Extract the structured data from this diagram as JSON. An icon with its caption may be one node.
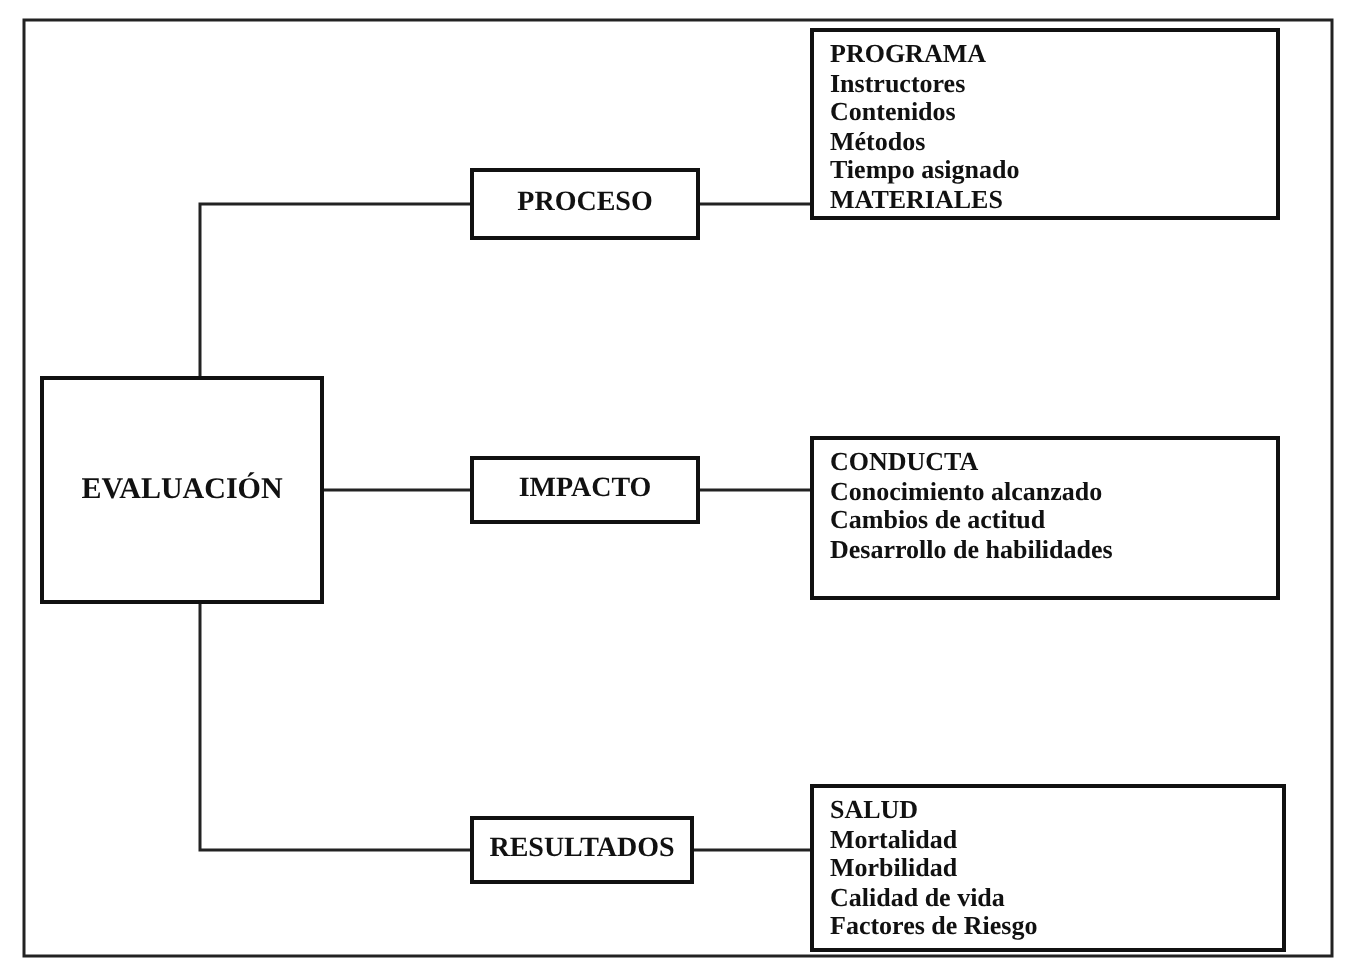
{
  "diagram": {
    "nodes": [
      {
        "text": [
          "EVALUACIÓN"
        ]
      },
      {
        "text": [
          "PROCESO"
        ]
      },
      {
        "text": [
          "PROGRAMA",
          "Instructores",
          "Contenidos",
          "Métodos",
          "Tiempo asignado",
          "MATERIALES"
        ]
      },
      {
        "text": [
          "IMPACTO"
        ]
      },
      {
        "text": [
          "CONDUCTA",
          "Conocimiento alcanzado",
          "Cambios de actitud",
          "Desarrollo de habilidades"
        ]
      },
      {
        "text": [
          "RESULTADOS"
        ]
      },
      {
        "text": [
          "SALUD",
          "Mortalidad",
          "Morbilidad",
          "Calidad de vida",
          "Factores de Riesgo"
        ]
      }
    ],
    "edges": [
      {
        "from": 0,
        "to": 1,
        "arrow": "none"
      },
      {
        "from": 0,
        "to": 3,
        "arrow": "none"
      },
      {
        "from": 0,
        "to": 5,
        "arrow": "none"
      },
      {
        "from": 1,
        "to": 2,
        "arrow": "none"
      },
      {
        "from": 3,
        "to": 4,
        "arrow": "none"
      },
      {
        "from": 5,
        "to": 6,
        "arrow": "none"
      }
    ]
  }
}
